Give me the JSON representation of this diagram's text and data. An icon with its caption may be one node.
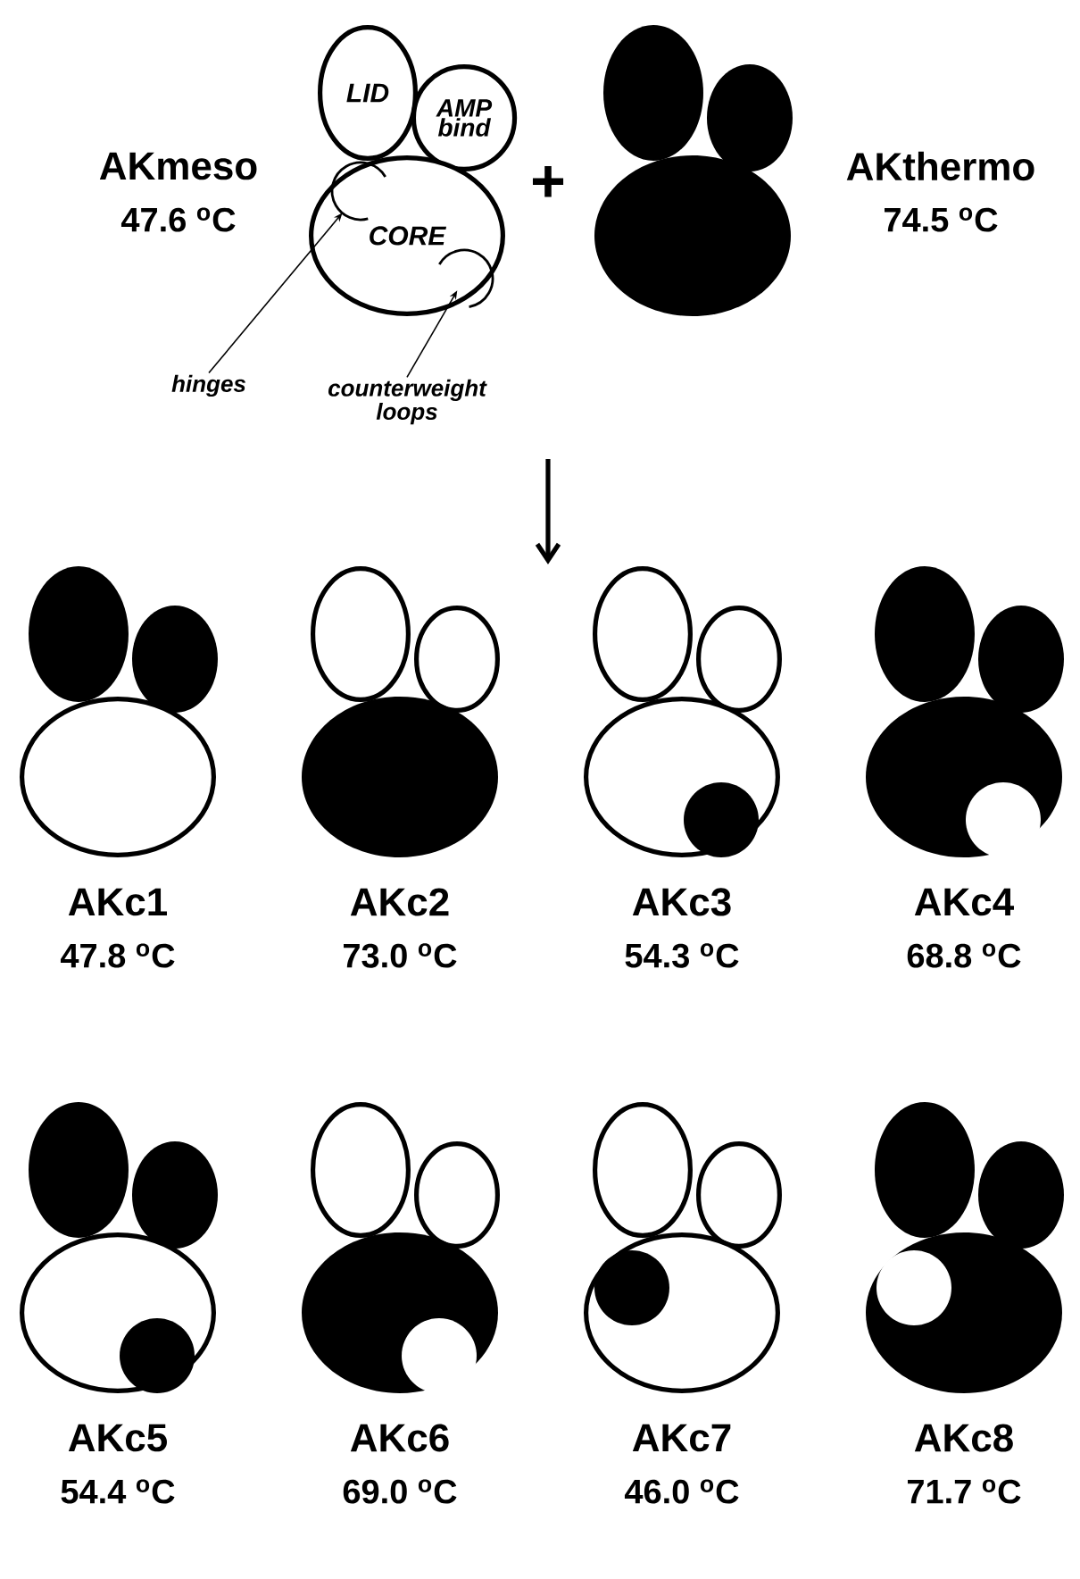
{
  "diagram": {
    "nodes": [
      {
        "text": [
          "LID"
        ]
      },
      {
        "text": [
          "AMP bind"
        ]
      },
      {
        "text": [
          "CORE"
        ]
      },
      {
        "text": [],
        "shape": "arc",
        "in": 2
      },
      {
        "text": [],
        "shape": "arc",
        "in": 2
      },
      {
        "text": [
          "hinges"
        ]
      },
      {
        "text": [
          "counterweight loops"
        ]
      }
    ],
    "edges": [
      {
        "from": 5,
        "to": 3,
        "arrow": "to"
      },
      {
        "from": 6,
        "to": 4,
        "arrow": "to"
      }
    ],
    "labels": [
      "AKmeso",
      "47.6 $^{o}$C",
      "+",
      "AKthermo",
      "74.5 $^{o}$C",
      "AKc1",
      "AKc2",
      "AKc3",
      "AKc4",
      "47.8 $^{o}$C",
      "73.0 $^{o}$C",
      "54.3 $^{o}$C",
      "68.8 $^{o}$C",
      "AKc5",
      "AKc6",
      "AKc7",
      "AKc8",
      "54.4 $^{o}$C",
      "69.0 $^{o}$C",
      "46.0 $^{o}$C",
      "71.7 $^{o}$C"
    ]
  }
}
